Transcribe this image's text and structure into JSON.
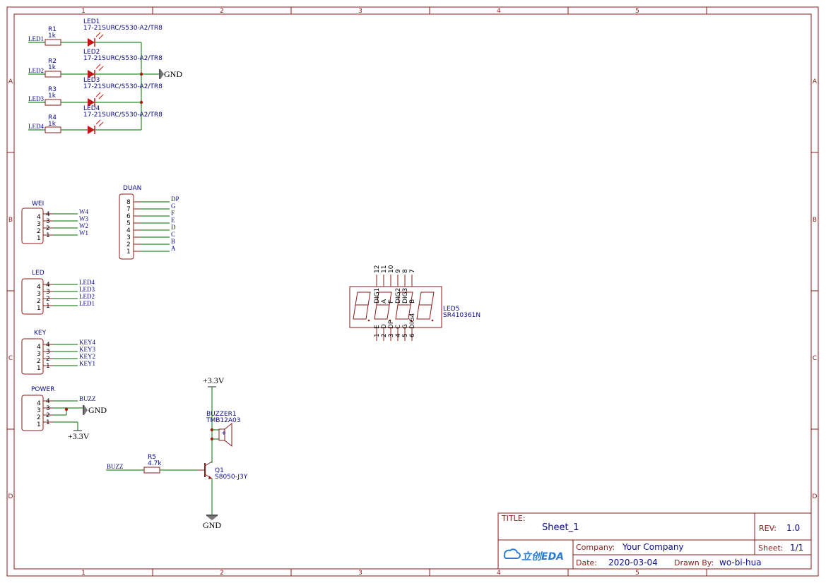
{
  "frame": {
    "columns": [
      "1",
      "2",
      "3",
      "4",
      "5"
    ],
    "rows": [
      "A",
      "B",
      "C",
      "D"
    ]
  },
  "leds": [
    {
      "res": "R1",
      "res_val": "1k",
      "led": "LED1",
      "part": "17-21SURC/S530-A2/TR8",
      "net": "LED1"
    },
    {
      "res": "R2",
      "res_val": "1k",
      "led": "LED2",
      "part": "17-21SURC/S530-A2/TR8",
      "net": "LED2"
    },
    {
      "res": "R3",
      "res_val": "1k",
      "led": "LED3",
      "part": "17-21SURC/S530-A2/TR8",
      "net": "LED3"
    },
    {
      "res": "R4",
      "res_val": "1k",
      "led": "LED4",
      "part": "17-21SURC/S530-A2/TR8",
      "net": "LED4"
    }
  ],
  "gnd_label": "GND",
  "vcc_label": "+3.3V",
  "connectors": {
    "wei": {
      "name": "WEI",
      "pins": [
        "4",
        "3",
        "2",
        "1"
      ],
      "nets": [
        "W4",
        "W3",
        "W2",
        "W1"
      ]
    },
    "led": {
      "name": "LED",
      "pins": [
        "4",
        "3",
        "2",
        "1"
      ],
      "nets": [
        "LED4",
        "LED3",
        "LED2",
        "LED1"
      ]
    },
    "key": {
      "name": "KEY",
      "pins": [
        "4",
        "3",
        "2",
        "1"
      ],
      "nets": [
        "KEY4",
        "KEY3",
        "KEY2",
        "KEY1"
      ]
    },
    "power": {
      "name": "POWER",
      "pins": [
        "4",
        "3",
        "2",
        "1"
      ],
      "nets": [
        "BUZZ"
      ]
    },
    "duan": {
      "name": "DUAN",
      "pins": [
        "8",
        "7",
        "6",
        "5",
        "4",
        "3",
        "2",
        "1"
      ],
      "nets": [
        "DP",
        "G",
        "F",
        "E",
        "D",
        "C",
        "B",
        "A"
      ]
    }
  },
  "display": {
    "ref": "LED5",
    "part": "SR410361N",
    "top_pins": [
      "12",
      "11",
      "10",
      "9",
      "8",
      "7"
    ],
    "top_names": [
      "DIG1",
      "A",
      "F",
      "DIG2",
      "DIG3",
      "B"
    ],
    "bottom_pins": [
      "1",
      "2",
      "3",
      "4",
      "5",
      "6"
    ],
    "bottom_names": [
      "E",
      "D",
      "DP",
      "C",
      "G",
      "DIG4"
    ]
  },
  "buzzer": {
    "ref": "BUZZER1",
    "part": "TMB12A03",
    "plus": "+"
  },
  "r5": {
    "ref": "R5",
    "val": "4.7k"
  },
  "q1": {
    "ref": "Q1",
    "part": "S8050-J3Y"
  },
  "buzz_net": "BUZZ",
  "title_block": {
    "title_label": "TITLE:",
    "title": "Sheet_1",
    "rev_label": "REV:",
    "rev": "1.0",
    "company_label": "Company:",
    "company": "Your Company",
    "sheet_label": "Sheet:",
    "sheet": "1/1",
    "date_label": "Date:",
    "date": "2020-03-04",
    "drawn_label": "Drawn By:",
    "drawn": "wo-bi-hua",
    "logo": "立创EDA"
  }
}
